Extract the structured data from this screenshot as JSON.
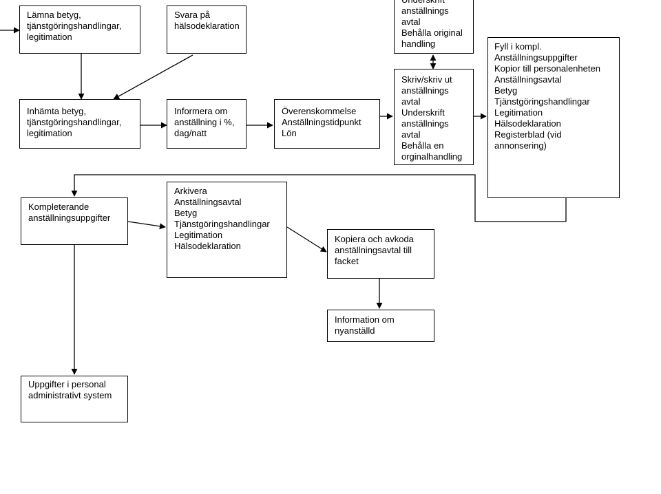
{
  "nodes": {
    "lamna": [
      "Lämna betyg,",
      "tjänstgöringshandlingar,",
      "legitimation"
    ],
    "svara": [
      "Svara på",
      "hälsodeklaration"
    ],
    "underskrift": [
      "Underskrift",
      "anställnings",
      "avtal",
      "Behålla original",
      "handling"
    ],
    "inhamta": [
      "Inhämta betyg,",
      "tjänstgöringshandlingar,",
      "legitimation"
    ],
    "informera": [
      "Informera om",
      "anställning i %,",
      "dag/natt"
    ],
    "overens": [
      "Överenskommelse",
      "Anställningstidpunkt",
      "Lön"
    ],
    "skriv": [
      "Skriv/skriv ut",
      "anställnings",
      "avtal",
      "Underskrift",
      "anställnings",
      "avtal",
      "Behålla en",
      "orginalhandling"
    ],
    "fyll": [
      "Fyll i kompl.",
      "Anställningsuppgifter",
      "Kopior till personalenheten",
      "Anställningsavtal",
      "Betyg",
      "Tjänstgöringshandlingar",
      "Legitimation",
      "Hälsodeklaration",
      "Registerblad (vid",
      "annonsering)"
    ],
    "kompletterande": [
      "Kompleterande",
      "anställningsuppgifter"
    ],
    "arkivera": [
      "Arkivera",
      "Anställningsavtal",
      "Betyg",
      "Tjänstgöringshandlingar",
      "Legitimation",
      "Hälsodeklaration"
    ],
    "kopiera": [
      "Kopiera och avkoda",
      "anställningsavtal till",
      "facket"
    ],
    "information": [
      "Information om",
      "nyanställd"
    ],
    "uppgifter": [
      "Uppgifter i personal",
      "administrativt system"
    ]
  }
}
